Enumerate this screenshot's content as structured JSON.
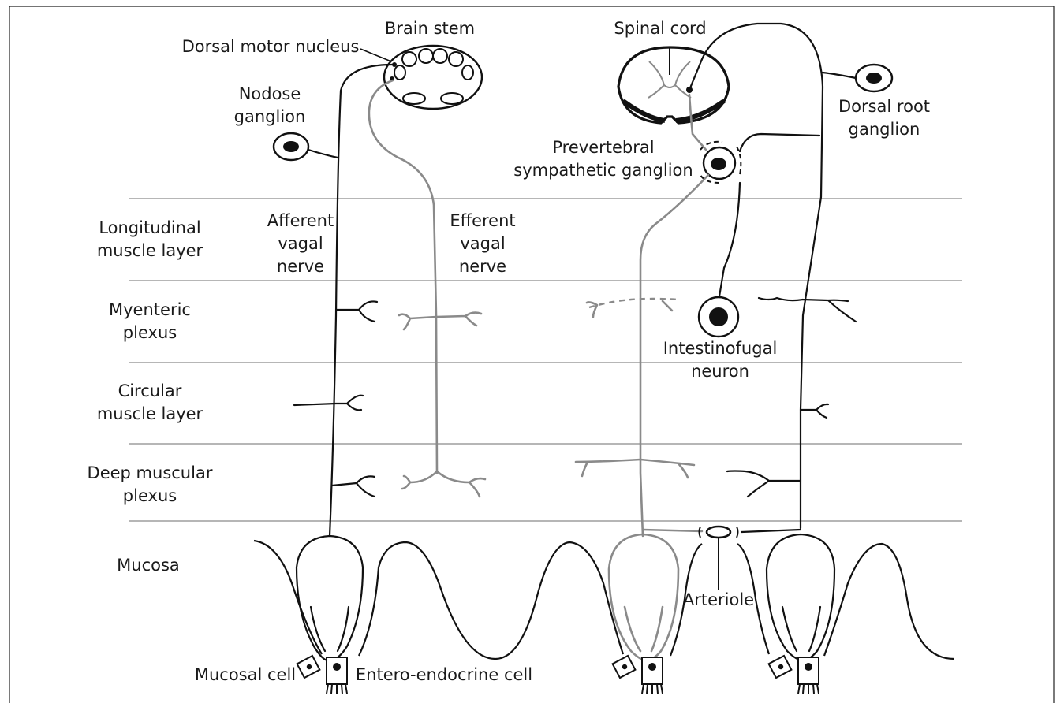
{
  "labels": {
    "brain_stem": "Brain stem",
    "dorsal_motor_nucleus": "Dorsal motor nucleus",
    "nodose_ganglion_1": "Nodose",
    "nodose_ganglion_2": "ganglion",
    "spinal_cord": "Spinal cord",
    "dorsal_root_ganglion_1": "Dorsal root",
    "dorsal_root_ganglion_2": "ganglion",
    "prevertebral_1": "Prevertebral",
    "prevertebral_2": "sympathetic ganglion",
    "afferent_1": "Afferent",
    "afferent_2": "vagal",
    "afferent_3": "nerve",
    "efferent_1": "Efferent",
    "efferent_2": "vagal",
    "efferent_3": "nerve",
    "intestinofugal_1": "Intestinofugal",
    "intestinofugal_2": "neuron",
    "arteriole": "Arteriole",
    "mucosal_cell": "Mucosal cell",
    "entero_endocrine_cell": "Entero-endocrine cell"
  },
  "layers": [
    {
      "line1": "Longitudinal",
      "line2": "muscle layer"
    },
    {
      "line1": "Myenteric",
      "line2": "plexus"
    },
    {
      "line1": "Circular",
      "line2": "muscle layer"
    },
    {
      "line1": "Deep muscular",
      "line2": "plexus"
    },
    {
      "line1": "Mucosa",
      "line2": ""
    }
  ],
  "colors": {
    "afferent": "#111111",
    "efferent": "#8a8a8a",
    "layer_divider": "#8a8a8a"
  }
}
